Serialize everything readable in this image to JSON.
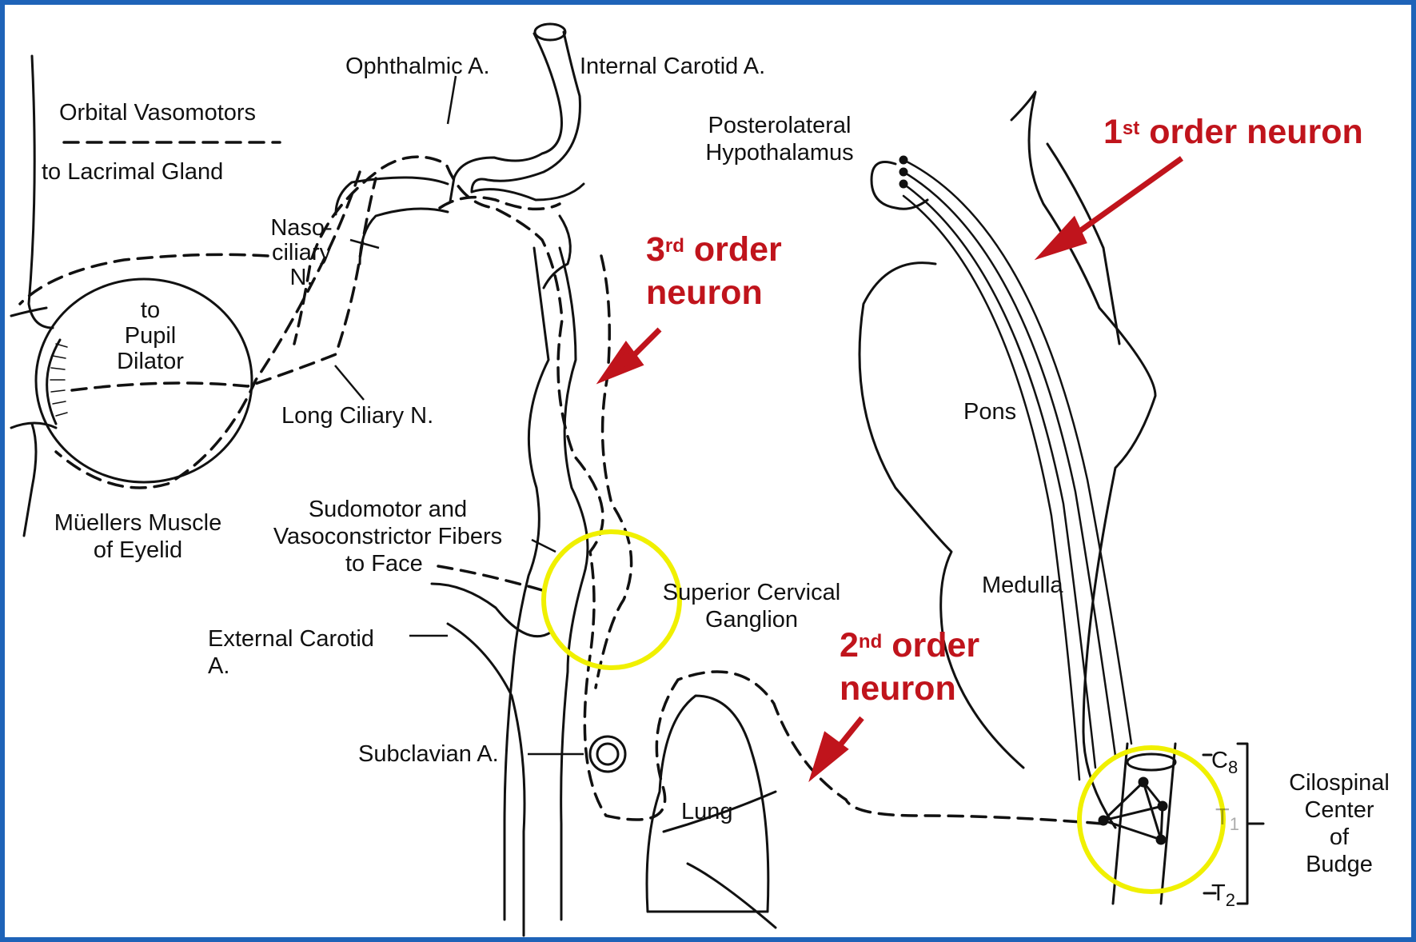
{
  "colors": {
    "frame": "#1e63b8",
    "annotation_red": "#c0141c",
    "highlight_yellow": "#f0f000",
    "line": "#111111"
  },
  "labels": {
    "ophthalmic_a": "Ophthalmic A.",
    "internal_carotid_a": "Internal Carotid A.",
    "orbital_vasomotors": "Orbital Vasomotors",
    "to_lacrimal_gland": "to Lacrimal Gland",
    "nasociliary_1": "Naso-",
    "nasociliary_2": "ciliary",
    "nasociliary_3": "N.",
    "to_pupil_dilator_1": "to",
    "to_pupil_dilator_2": "Pupil",
    "to_pupil_dilator_3": "Dilator",
    "long_ciliary_n": "Long Ciliary N.",
    "muellers_1": "Müellers Muscle",
    "muellers_2": "of Eyelid",
    "sudomotor_1": "Sudomotor and",
    "sudomotor_2": "Vasoconstrictor Fibers",
    "sudomotor_3": "to Face",
    "superior_cervical_1": "Superior Cervical",
    "superior_cervical_2": "Ganglion",
    "external_carotid_1": "External Carotid",
    "external_carotid_2": "A.",
    "subclavian_a": "Subclavian A.",
    "lung": "Lung",
    "posterolateral_1": "Posterolateral",
    "posterolateral_2": "Hypothalamus",
    "pons": "Pons",
    "medulla": "Medulla",
    "c8": "C",
    "c8_sub": "8",
    "t1": "T",
    "t1_sub": "1",
    "t2": "T",
    "t2_sub": "2",
    "cilospinal_1": "Cilospinal",
    "cilospinal_2": "Center",
    "cilospinal_3": "of",
    "cilospinal_4": "Budge"
  },
  "annotations": {
    "first_order": {
      "num": "1",
      "sup": "st",
      "text": " order neuron"
    },
    "second_order": {
      "num": "2",
      "sup": "nd",
      "text": " order",
      "line2": "neuron"
    },
    "third_order": {
      "num": "3",
      "sup": "rd",
      "text": " order",
      "line2": "neuron"
    }
  }
}
